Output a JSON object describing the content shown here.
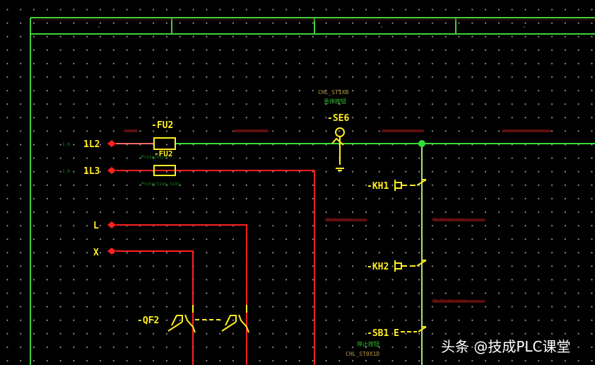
{
  "diagram": {
    "type": "electrical-schematic",
    "colors": {
      "frame": "#3fd13f",
      "wire_live": "#ff2020",
      "wire_control": "#33dd33",
      "symbol": "#ffee22",
      "junction": "#33dd33"
    },
    "title_block_columns": [
      "",
      "",
      "",
      ""
    ],
    "terminals": [
      {
        "id": "1L2",
        "label": "1L2",
        "side_note": ""
      },
      {
        "id": "1L3",
        "label": "1L3",
        "side_note": ""
      },
      {
        "id": "L",
        "label": "L"
      },
      {
        "id": "X",
        "label": "X"
      }
    ],
    "components": {
      "fu2": {
        "tag": "-FU2",
        "sub_tag": "-FU2",
        "note1": "Protection ...",
        "note2": "Protection  (x3)"
      },
      "se6": {
        "tag": "-SE6",
        "line1": "CHL_ST1XB",
        "line2": "急停按钮"
      },
      "kh1": {
        "tag": "-KH1"
      },
      "kh2": {
        "tag": "-KH2"
      },
      "sb1": {
        "tag": "-SB1",
        "line1": "停止按钮",
        "line2": "CHL_ST0X1D"
      },
      "qf2": {
        "tag": "-QF2"
      }
    },
    "cross_refs": {
      "r1": "Protection ...",
      "r2": "KH Protection ...",
      "r3": "KH Protection ..."
    }
  },
  "watermark": "头条 @技成PLC课堂"
}
